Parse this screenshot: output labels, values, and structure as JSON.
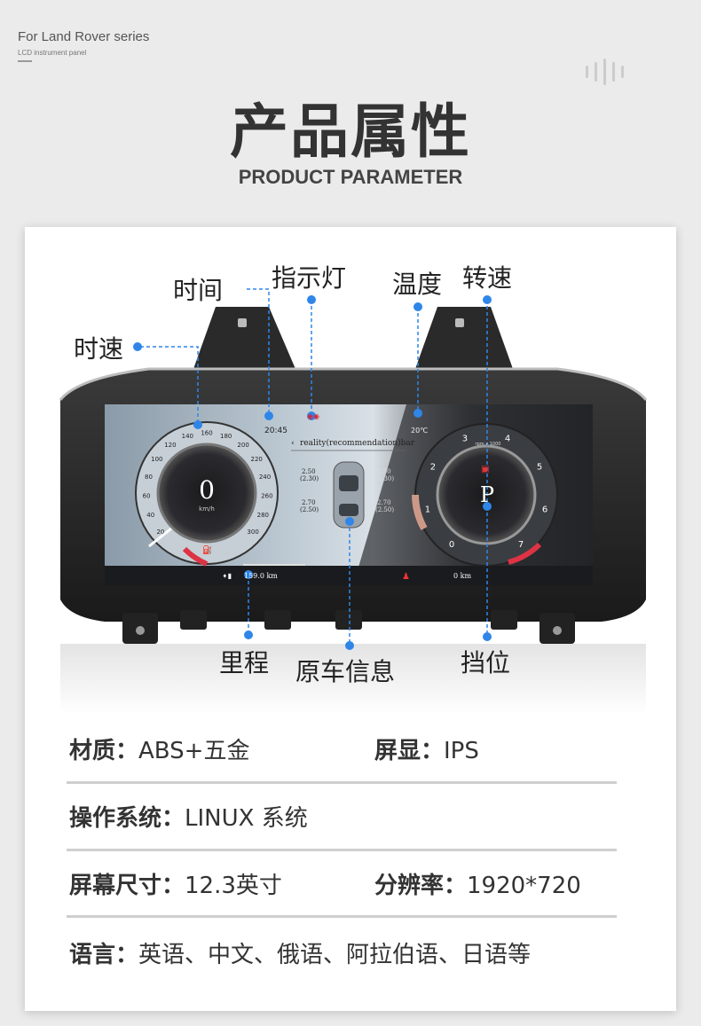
{
  "header": {
    "brand_title": "For Land Rover series",
    "brand_subtitle": "LCD instrument panel",
    "title_cn": "产品属性",
    "title_en": "PRODUCT PARAMETER"
  },
  "callouts": {
    "time": "时间",
    "indicator": "指示灯",
    "temperature": "温度",
    "rpm": "转速",
    "speed": "时速",
    "mileage": "里程",
    "car_info": "原车信息",
    "gear": "挡位"
  },
  "screen": {
    "speed_value": "0",
    "speed_unit": "km/h",
    "speed_ticks": [
      "20",
      "40",
      "60",
      "80",
      "100",
      "120",
      "140",
      "160",
      "180",
      "200",
      "220",
      "240",
      "260",
      "280",
      "300"
    ],
    "clock": "20:45",
    "temp": "20℃",
    "menu_text": "reality(recommendation)bar",
    "tire_fl": "2.50",
    "tire_fl_rec": "(2.30)",
    "tire_fr": "2.50",
    "tire_fr_rec": "(2.30)",
    "tire_rl": "2.70",
    "tire_rl_rec": "(2.50)",
    "tire_rr": "2.70",
    "tire_rr_rec": "(2.50)",
    "gear": "P",
    "rpm_unit": "rpm x 1000",
    "rpm_ticks": [
      "0",
      "1",
      "2",
      "3",
      "4",
      "5",
      "6",
      "7"
    ],
    "odometer": "159.0 km",
    "trip": "0  km"
  },
  "specs": {
    "material_label": "材质：",
    "material_value": "ABS+五金",
    "display_label": "屏显：",
    "display_value": "IPS",
    "os_label": "操作系统：",
    "os_value": "LINUX 系统",
    "size_label": "屏幕尺寸：",
    "size_value": "12.3英寸",
    "resolution_label": "分辨率：",
    "resolution_value": "1920*720",
    "language_label": "语言：",
    "language_value": "英语、中文、俄语、阿拉伯语、日语等"
  },
  "colors": {
    "accent_blue": "#2f86e8",
    "background": "#ebebeb",
    "card": "#ffffff"
  }
}
